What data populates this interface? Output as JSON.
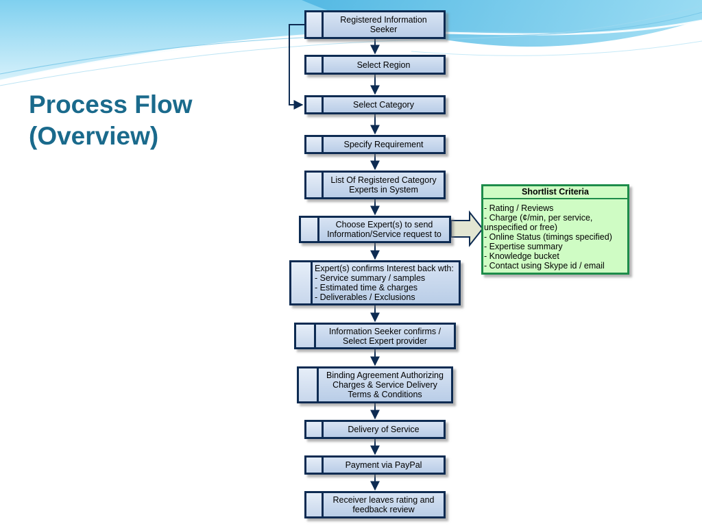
{
  "title": {
    "line1": "Process Flow",
    "line2": "(Overview)"
  },
  "steps": [
    {
      "lines": [
        "Registered Information",
        "Seeker"
      ]
    },
    {
      "lines": [
        "Select Region"
      ]
    },
    {
      "lines": [
        "Select Category"
      ]
    },
    {
      "lines": [
        "Specify Requirement"
      ]
    },
    {
      "lines": [
        "List Of Registered Category",
        "Experts in System"
      ]
    },
    {
      "lines": [
        "Choose Expert(s) to send",
        "Information/Service request to"
      ]
    },
    {
      "lines": [
        "Expert(s) confirms Interest back wth:",
        "- Service summary / samples",
        "- Estimated time & charges",
        "- Deliverables / Exclusions"
      ]
    },
    {
      "lines": [
        "Information Seeker confirms /",
        "Select Expert provider"
      ]
    },
    {
      "lines": [
        "Binding Agreement Authorizing",
        "Charges & Service Delivery",
        "Terms & Conditions"
      ]
    },
    {
      "lines": [
        "Delivery of Service"
      ]
    },
    {
      "lines": [
        "Payment via PayPal"
      ]
    },
    {
      "lines": [
        "Receiver leaves rating and",
        "feedback review"
      ]
    }
  ],
  "shortlist": {
    "title": "Shortlist Criteria",
    "items": [
      "- Rating / Reviews",
      "- Charge  (¢/min, per service,",
      "unspecified or free)",
      "- Online Status (timings specified)",
      "- Expertise summary",
      "- Knowledge bucket",
      "- Contact using Skype id / email"
    ]
  },
  "colors": {
    "title": "#1a6a8c",
    "box_border": "#0d2b52",
    "box_fill": "#c6d6ec",
    "shortlist_border": "#1d8c4a",
    "shortlist_fill": "#cffcc4",
    "arrow_fill": "#e3e6d2"
  }
}
